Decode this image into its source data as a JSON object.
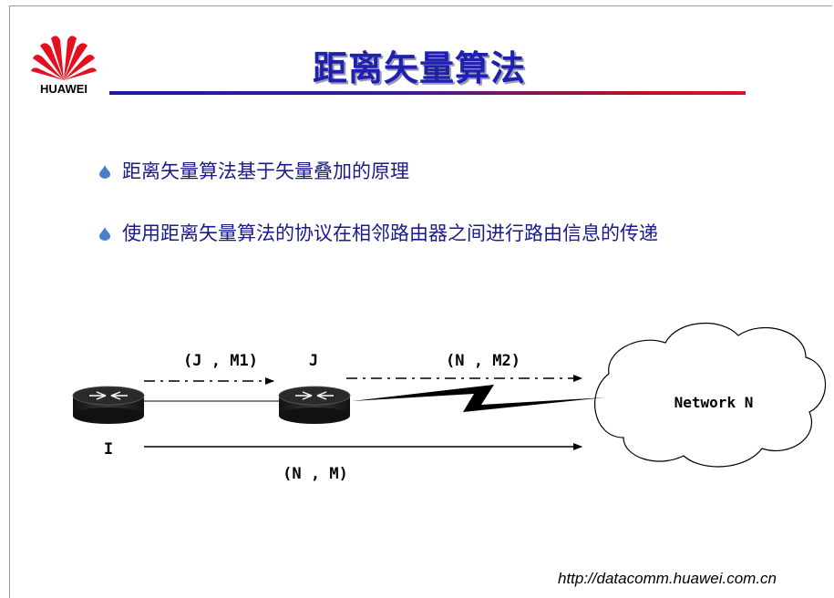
{
  "title": "距离矢量算法",
  "logo": {
    "text": "HUAWEI"
  },
  "bullets": [
    "距离矢量算法基于矢量叠加的原理",
    "使用距离矢量算法的协议在相邻路由器之间进行路由信息的传递"
  ],
  "diagram": {
    "label_j_m1": "(J , M1)",
    "label_j": "J",
    "label_n_m2": "(N , M2)",
    "label_i": "I",
    "label_n_m": "(N , M)",
    "network": "Network N"
  },
  "footer": {
    "url": "http://datacomm.huawei.com.cn"
  },
  "colors": {
    "title": "#1f1fb0",
    "bullet_text": "#1a1a8c",
    "bullet_marker": "#4a7fd0"
  }
}
